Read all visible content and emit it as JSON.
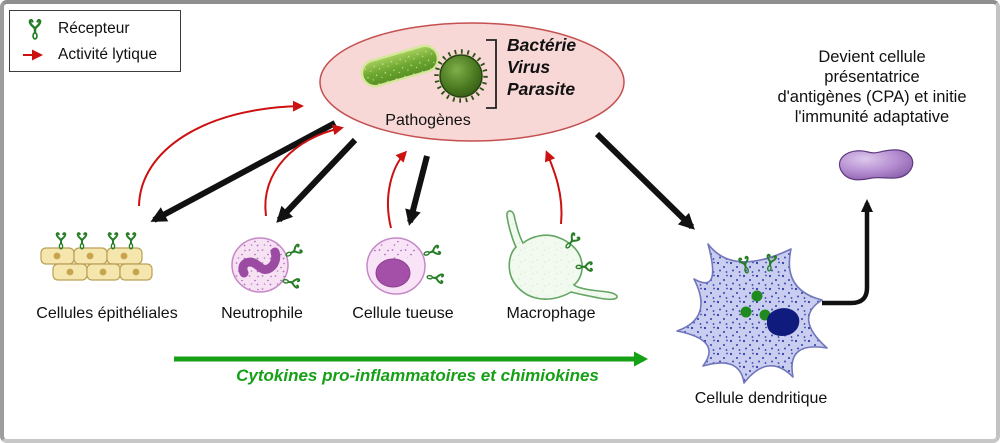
{
  "legend": {
    "receptor_label": "Récepteur",
    "lytic_label": "Activité lytique"
  },
  "pathogens": {
    "label": "Pathogènes",
    "types": [
      "Bactérie",
      "Virus",
      "Parasite"
    ]
  },
  "cells": [
    {
      "label": "Cellules épithéliales"
    },
    {
      "label": "Neutrophile"
    },
    {
      "label": "Cellule tueuse"
    },
    {
      "label": "Macrophage"
    },
    {
      "label": "Cellule dendritique"
    }
  ],
  "cytokines": {
    "label": "Cytokines pro-inflammatoires et chimiokines"
  },
  "cpa": {
    "lines": [
      "Devient cellule",
      "présentatrice",
      "d'antigènes (CPA) et initie",
      "l'immunité adaptative"
    ]
  },
  "icons": {
    "receptor": "green-Y-receptor-icon",
    "lytic": "red-arrow-icon",
    "bacterium": "green-rod-bacterium",
    "virus": "dark-green-spiky-virus",
    "apc_blob": "purple-antigen-presenting-blob"
  },
  "colors": {
    "pathogen_fill": "#f8d7d7",
    "pathogen_stroke": "#c45050",
    "arrow_black": "#111111",
    "arrow_red": "#cc1111",
    "arrow_green": "#16a016",
    "receptor_green": "#267d26",
    "epithelial_fill": "#f5e6ae",
    "neutrophil_fill": "#f6e2f3",
    "nucleus_purple": "#9c4ba3",
    "macrophage_stroke": "#63a563",
    "dendritic_fill": "#c9cdf0",
    "dendritic_nucleus": "#101c7d",
    "apc_blob_purple": "#7d4f9e"
  }
}
